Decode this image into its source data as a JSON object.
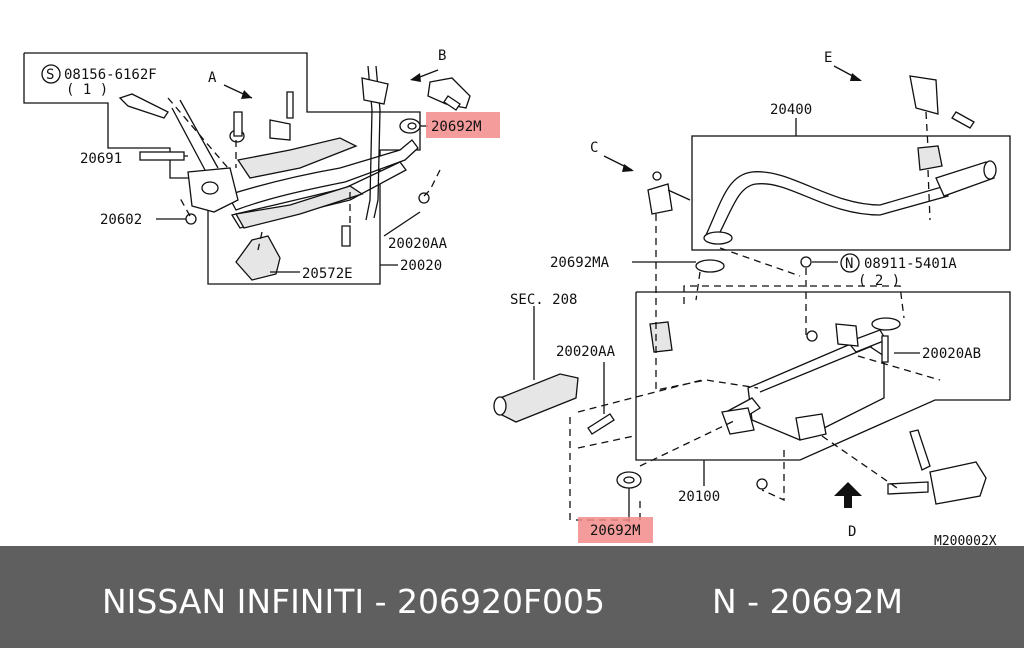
{
  "callouts": {
    "bolt_code": "08156-6162F",
    "bolt_s_symbol": "S",
    "bolt_qty": "( 1 )",
    "view_a": "A",
    "view_b": "B",
    "view_c": "C",
    "view_d": "D",
    "view_e": "E",
    "gasket_top": "20692M",
    "gasket_bottom": "20692M",
    "part_20691": "20691",
    "part_20602": "20602",
    "part_20020aa_left": "20020AA",
    "part_20020": "20020",
    "part_20572e": "20572E",
    "part_20400": "20400",
    "part_20692ma": "20692MA",
    "nut_n_symbol": "N",
    "nut_code": "08911-5401A",
    "nut_qty": "( 2 )",
    "sec_208": "SEC. 208",
    "part_20020aa_right": "20020AA",
    "part_20020ab": "20020AB",
    "part_20100": "20100",
    "diagram_id": "M200002X"
  },
  "banner": {
    "brand_part": "NISSAN  INFINITI - 206920F005",
    "ref_part": "N - 20692M"
  },
  "colors": {
    "highlight": "#f28b8b",
    "banner_bg": "#5f5f5f",
    "banner_text": "#ffffff"
  }
}
